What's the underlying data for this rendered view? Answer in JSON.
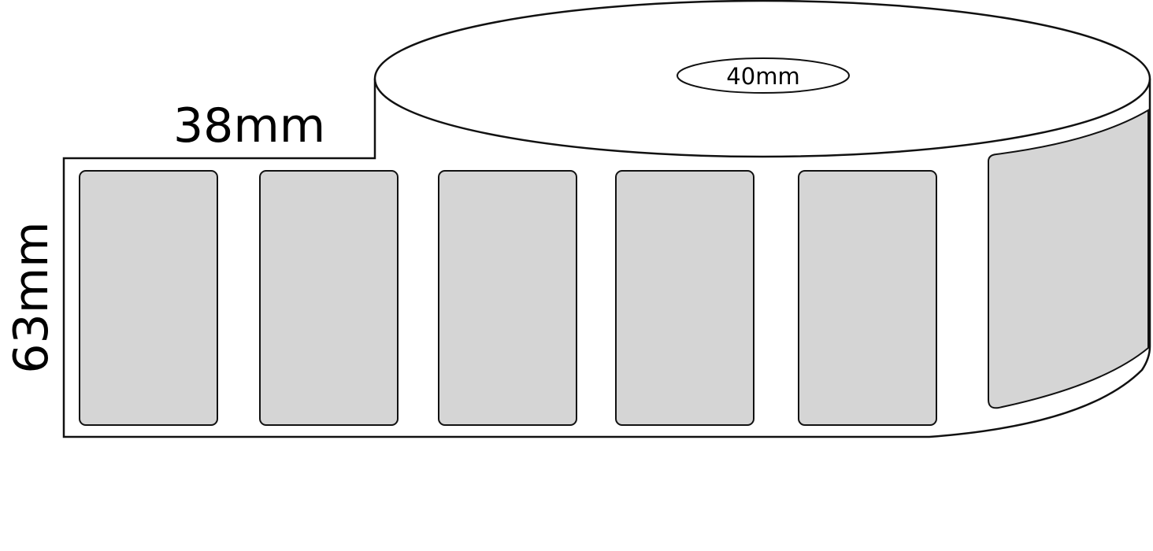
{
  "diagram": {
    "label_width": "38mm",
    "label_height": "63mm",
    "core_diameter": "40mm",
    "visible_labels_on_strip": 5,
    "colors": {
      "label_fill": "#d5d5d5",
      "outline": "#111111",
      "background": "#ffffff"
    }
  }
}
